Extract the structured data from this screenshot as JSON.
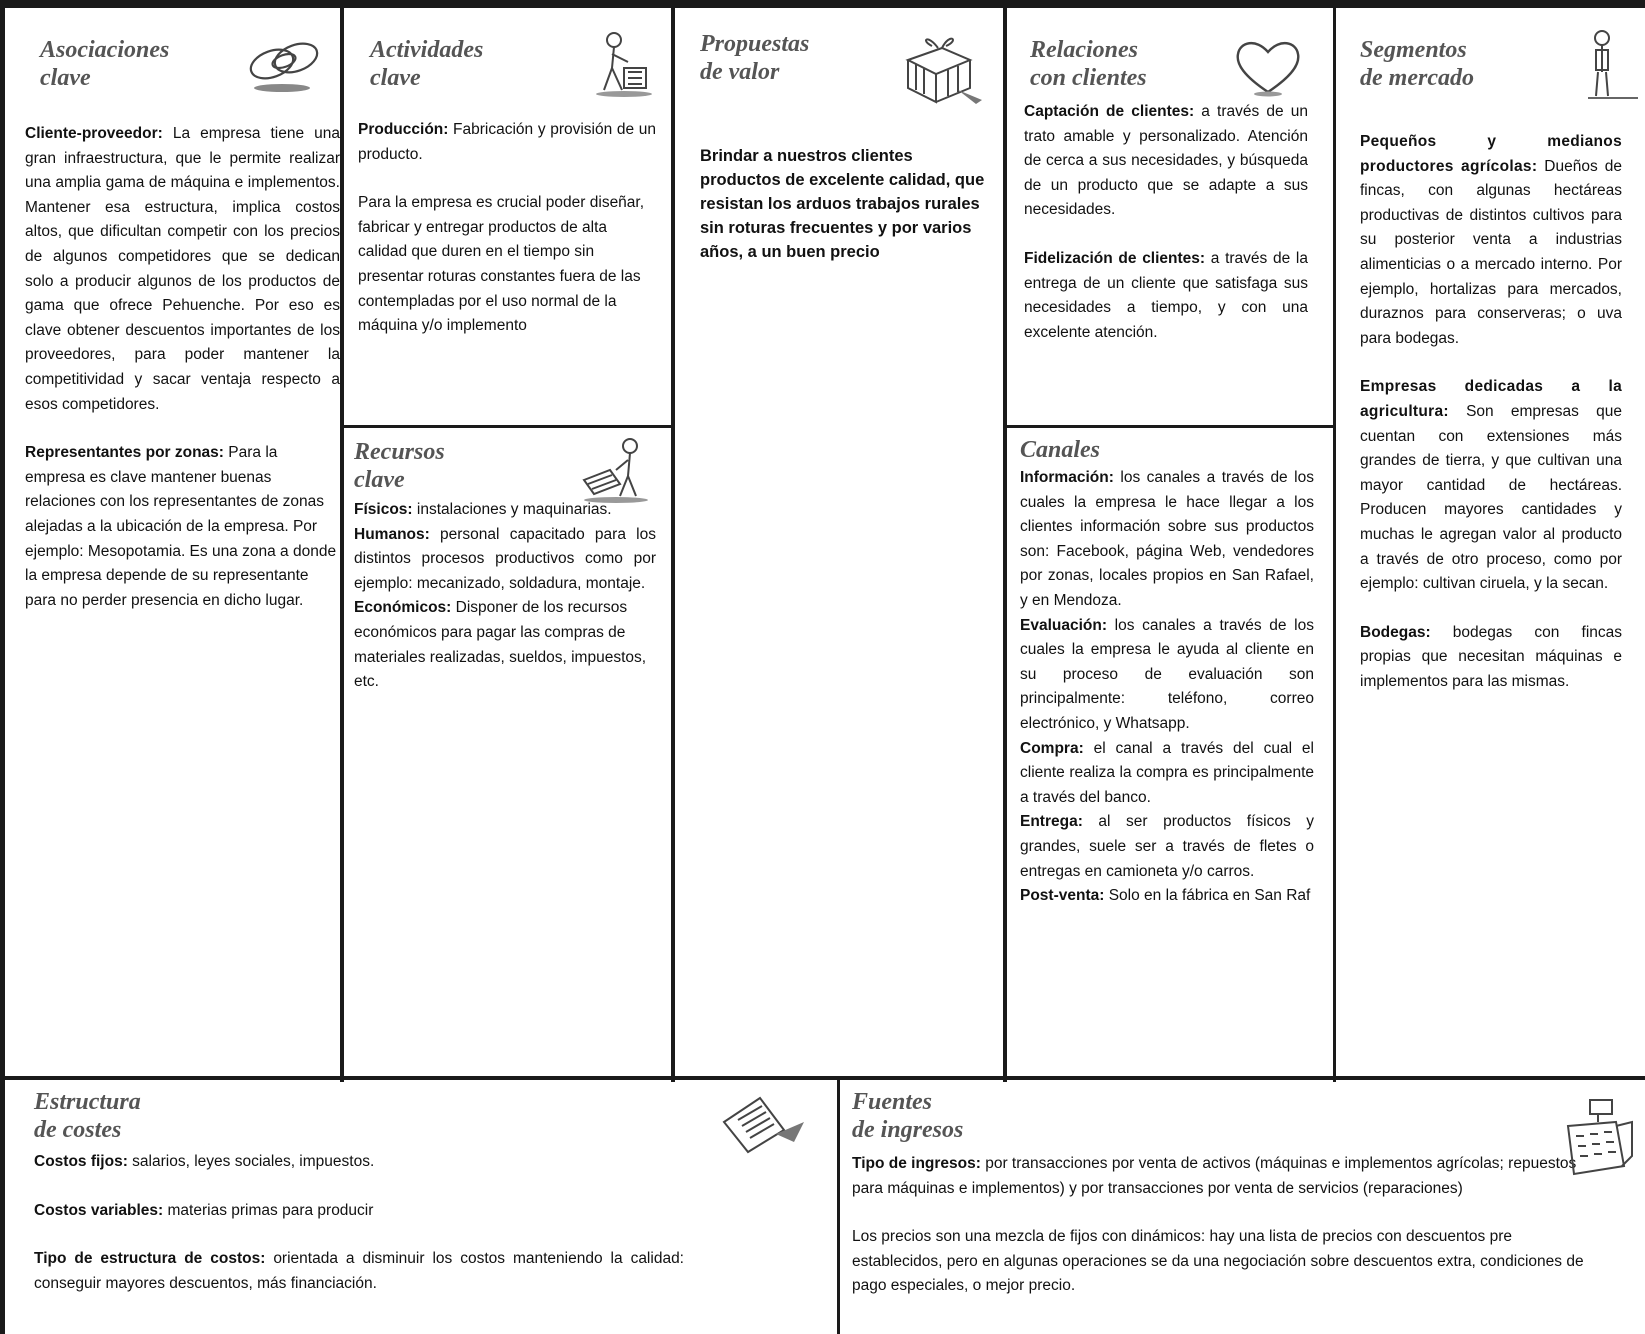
{
  "canvas": {
    "asociaciones": {
      "title": "Asociaciones\nclave",
      "icon": "chain-links-icon",
      "items": [
        {
          "label": "Cliente-proveedor:",
          "text": " La empresa tiene una gran infraestructura, que le permite realizar una amplia gama de máquina e implementos. Mantener esa estructura, implica costos altos, que dificultan competir con los precios de algunos competidores que se dedican solo a producir algunos de los productos de gama que ofrece Pehuenche. Por eso es clave obtener descuentos importantes de los proveedores, para poder mantener la competitividad y sacar ventaja respecto a esos competidores."
        },
        {
          "label": "Representantes por zonas:",
          "text": " Para la empresa es clave mantener buenas relaciones con los representantes de zonas alejadas a la ubicación de la empresa. Por ejemplo: Mesopotamia. Es una zona a donde la empresa depende de su representante para no perder presencia en dicho lugar."
        }
      ]
    },
    "actividades": {
      "title": "Actividades\nclave",
      "icon": "worker-icon",
      "items": [
        {
          "label": "Producción:",
          "text": " Fabricación y provisión de un producto."
        },
        {
          "label": "",
          "text": "Para la empresa es crucial poder diseñar, fabricar y entregar productos de alta calidad que duren en el tiempo sin presentar roturas constantes fuera de las contempladas por el uso normal de la máquina y/o implemento"
        }
      ]
    },
    "recursos": {
      "title": "Recursos\nclave",
      "icon": "forklift-worker-icon",
      "items": [
        {
          "label": "Físicos:",
          "text": " instalaciones y maquinarias."
        },
        {
          "label": "Humanos:",
          "text": " personal capacitado para los distintos procesos productivos como por ejemplo: mecanizado, soldadura, montaje."
        },
        {
          "label": "Económicos:",
          "text": " Disponer de los recursos económicos para pagar las compras de materiales realizadas, sueldos, impuestos, etc."
        }
      ]
    },
    "propuestas": {
      "title": "Propuestas\nde valor",
      "icon": "gift-package-icon",
      "text": "Brindar a nuestros clientes productos de excelente calidad, que resistan los arduos trabajos rurales sin roturas frecuentes y por varios años, a un buen precio"
    },
    "relaciones": {
      "title": "Relaciones\ncon clientes",
      "icon": "heart-icon",
      "items": [
        {
          "label": "Captación de clientes:",
          "text": " a través de un trato amable y personalizado. Atención de cerca a sus necesidades, y búsqueda de un producto que se adapte a sus necesidades."
        },
        {
          "label": "Fidelización de clientes:",
          "text": " a través de la entrega de un cliente que satisfaga sus necesidades a tiempo, y con una excelente atención."
        }
      ]
    },
    "canales": {
      "title": "Canales",
      "items": [
        {
          "label": "Información:",
          "text": " los canales a través de los cuales la empresa le hace llegar a los clientes información sobre sus productos son: Facebook, página Web, vendedores por zonas, locales propios en San Rafael, y en Mendoza."
        },
        {
          "label": "Evaluación:",
          "text": " los canales a través de los cuales la empresa le ayuda al cliente en su proceso de evaluación son principalmente: teléfono, correo electrónico, y Whatsapp."
        },
        {
          "label": "Compra:",
          "text": " el canal a través del cual el cliente realiza la compra es principalmente a través del banco."
        },
        {
          "label": "Entrega:",
          "text": " al ser productos físicos y grandes, suele ser a través de fletes o entregas en camioneta y/o carros."
        },
        {
          "label": "Post-venta:",
          "text": " Solo en la fábrica en San Raf"
        }
      ]
    },
    "segmentos": {
      "title": "Segmentos\nde mercado",
      "icon": "person-standing-icon",
      "items": [
        {
          "label": "Pequeños y medianos productores agrícolas:",
          "text": " Dueños de fincas, con algunas hectáreas productivas de distintos cultivos para su posterior venta a industrias alimenticias o a mercado interno. Por ejemplo, hortalizas para mercados, duraznos para conserveras; o uva para bodegas."
        },
        {
          "label": "Empresas dedicadas a la agricultura:",
          "text": " Son empresas que cuentan con extensiones más grandes de tierra, y que cultivan una mayor cantidad de hectáreas. Producen mayores cantidades y muchas le agregan valor al producto a través de otro proceso, como por ejemplo: cultivan ciruela, y la secan."
        },
        {
          "label": "Bodegas:",
          "text": " bodegas con fincas propias que necesitan máquinas e implementos para las mismas."
        }
      ]
    },
    "costes": {
      "title": "Estructura\nde costes",
      "icon": "receipt-paper-icon",
      "items": [
        {
          "label": "Costos fijos:",
          "text": " salarios, leyes sociales, impuestos."
        },
        {
          "label": "Costos variables:",
          "text": " materias primas para producir"
        },
        {
          "label": "Tipo de estructura de costos:",
          "text": " orientada a disminuir los costos manteniendo la calidad: conseguir mayores descuentos, más financiación."
        }
      ]
    },
    "ingresos": {
      "title": "Fuentes\nde ingresos",
      "icon": "cash-register-icon",
      "items": [
        {
          "label": "Tipo de ingresos:",
          "text": " por transacciones por venta de activos (máquinas e implementos agrícolas; repuestos para máquinas e implementos) y por transacciones por venta de servicios (reparaciones)"
        },
        {
          "label": "",
          "text": "Los precios son una mezcla de fijos con dinámicos: hay una lista de precios con descuentos pre establecidos, pero en algunas operaciones se da una negociación sobre descuentos extra, condiciones de pago especiales, o mejor precio."
        }
      ]
    }
  }
}
